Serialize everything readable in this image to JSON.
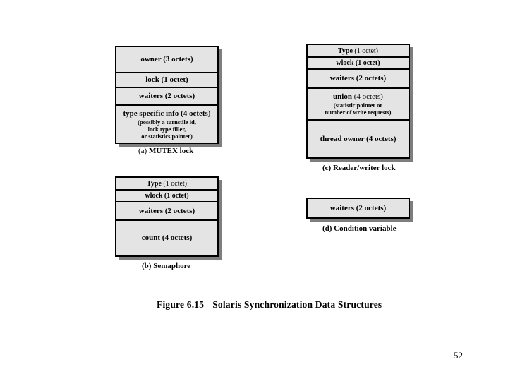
{
  "page": {
    "number": "52",
    "figure_caption_label": "Figure 6.15",
    "figure_caption_title": "Solaris Synchronization Data Structures"
  },
  "diagrams": {
    "mutex": {
      "caption_label": "(a)",
      "caption_title": "MUTEX lock",
      "fields": [
        {
          "main": "owner (3 octets)",
          "sub": []
        },
        {
          "main": "lock (1 octet)",
          "sub": []
        },
        {
          "main": "waiters (2 octets)",
          "sub": []
        },
        {
          "main": "type specific info (4 octets)",
          "sub": [
            "(possibly a turnstile id,",
            "lock type filler,",
            "or statistics pointer)"
          ]
        }
      ]
    },
    "semaphore": {
      "caption_label": "(b)",
      "caption_title": "Semaphore",
      "fields": [
        {
          "main_bold": "Type",
          "main_rest": " (1 octet)",
          "sub": []
        },
        {
          "main": "wlock (1 octet)",
          "sub": []
        },
        {
          "main": "waiters (2 octets)",
          "sub": []
        },
        {
          "main": "count (4 octets)",
          "sub": []
        }
      ]
    },
    "rwlock": {
      "caption_label": "(c)",
      "caption_title": "Reader/writer lock",
      "fields": [
        {
          "main_bold": "Type",
          "main_rest": " (1 octet)",
          "sub": []
        },
        {
          "main": "wlock (1 octet)",
          "sub": []
        },
        {
          "main": "waiters (2 octets)",
          "sub": []
        },
        {
          "main_bold": "union",
          "main_rest": " (4 octets)",
          "sub": [
            "(statistic pointer or",
            "number of write requests)"
          ]
        },
        {
          "main": "thread owner (4 octets)",
          "sub": []
        }
      ]
    },
    "condvar": {
      "caption_label": "(d)",
      "caption_title": "Condition variable",
      "fields": [
        {
          "main": "waiters (2 octets)",
          "sub": []
        }
      ]
    }
  },
  "colors": {
    "box_fill": "#e4e4e4",
    "box_border": "#000000",
    "box_shadow": "#7e7e7e",
    "page_background": "#ffffff",
    "text": "#000000"
  }
}
